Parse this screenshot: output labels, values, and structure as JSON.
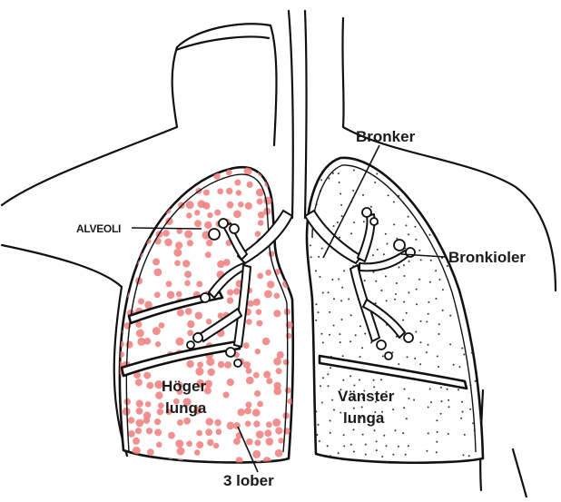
{
  "labels": {
    "alveoli": "ALVEOLI",
    "bronker": "Bronker",
    "bronkioler": "Bronkioler",
    "hoger_line1": "Höger",
    "hoger_line2": "lunga",
    "vanster_line1": "Vänster",
    "vanster_line2": "lunga",
    "lober": "3 lober"
  },
  "colors": {
    "alveoli_dots": "#f07c7c",
    "left_lung_dots": "#333333",
    "outline": "#111111",
    "background": "#ffffff"
  }
}
